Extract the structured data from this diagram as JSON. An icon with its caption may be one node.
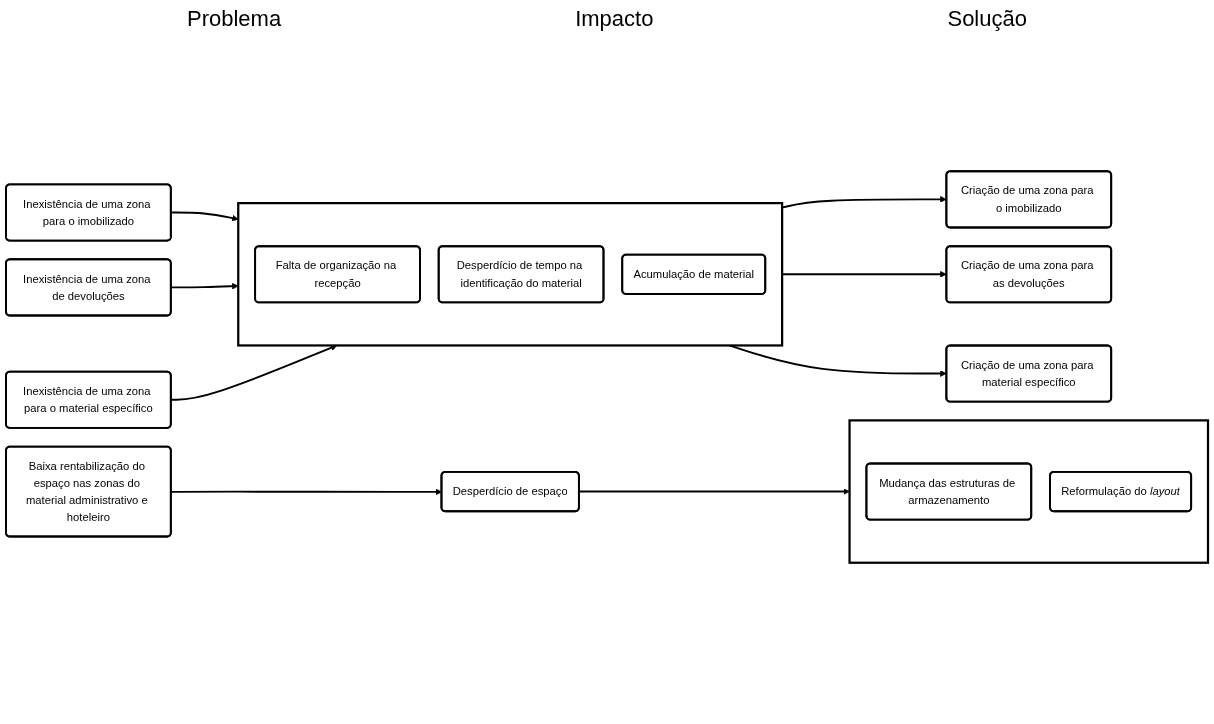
{
  "diagram": {
    "nodes": [
      {
        "text": [
          "Inexistência de uma zona para o imobilizado"
        ]
      },
      {
        "text": [
          "Inexistência de uma zona de devoluções"
        ]
      },
      {
        "text": [
          "Inexistência de uma zona para o material específico"
        ]
      },
      {
        "text": [],
        "shape": "box"
      },
      {
        "text": [
          "Falta de organização na recepção"
        ],
        "in": 3
      },
      {
        "text": [
          "Desperdício de tempo na identificação do material"
        ],
        "in": 3
      },
      {
        "text": [
          "Acumulação de material"
        ],
        "in": 3
      },
      {
        "text": [
          "Criação de uma zona para o imobilizado"
        ]
      },
      {
        "text": [
          "Criação de uma zona para as devoluções"
        ]
      },
      {
        "text": [
          "Criação de uma zona para material específico"
        ]
      },
      {
        "text": [
          "Baixa rentabilização do espaço nas zonas do material administrativo e hoteleiro"
        ]
      },
      {
        "text": [
          "Desperdício de espaço"
        ]
      },
      {
        "text": [],
        "shape": "box"
      },
      {
        "text": [
          "Mudança das estruturas de armazenamento"
        ],
        "in": 12
      },
      {
        "text": [
          "Reformulação do *layout*"
        ],
        "in": 12
      }
    ],
    "edges": [
      {
        "from": 0,
        "to": 3,
        "arrow": "to"
      },
      {
        "from": 1,
        "to": 3,
        "arrow": "to"
      },
      {
        "from": 2,
        "to": 3,
        "arrow": "to"
      },
      {
        "from": 3,
        "to": 7,
        "arrow": "to"
      },
      {
        "from": 3,
        "to": 8,
        "arrow": "to"
      },
      {
        "from": 3,
        "to": 9,
        "arrow": "to"
      },
      {
        "from": 10,
        "to": 11,
        "arrow": "to"
      },
      {
        "from": 11,
        "to": 12,
        "arrow": "to"
      }
    ],
    "labels": [
      "Problema",
      "Impacto",
      "Solução"
    ]
  }
}
